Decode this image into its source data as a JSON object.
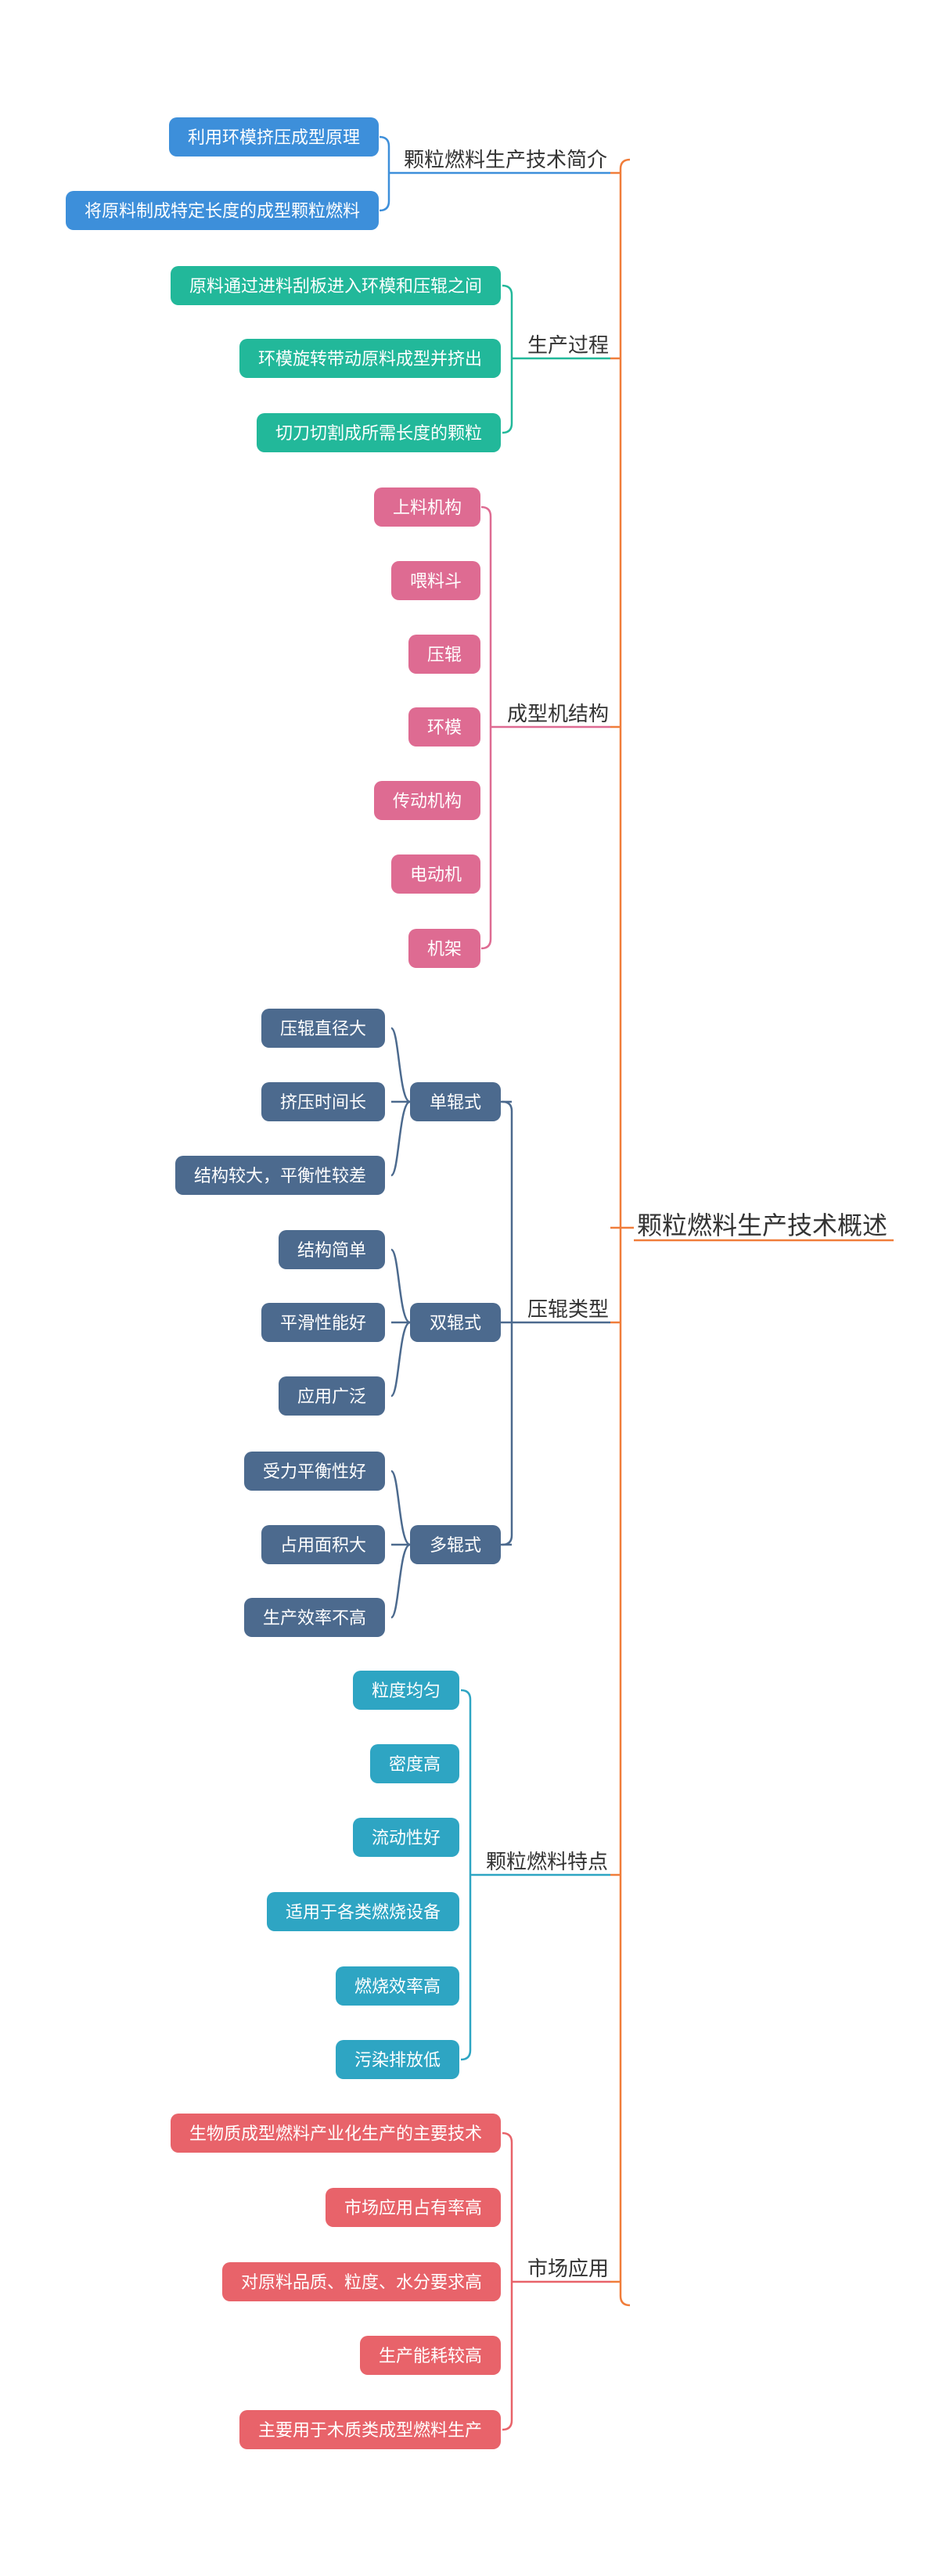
{
  "root": {
    "label": "颗粒燃料生产技术概述",
    "color": "#F07D3A"
  },
  "branches": [
    {
      "id": "intro",
      "label": "颗粒燃料生产技术简介",
      "color": "#3D8FDA",
      "leaves": [
        "利用环模挤压成型原理",
        "将原料制成特定长度的成型颗粒燃料"
      ]
    },
    {
      "id": "process",
      "label": "生产过程",
      "color": "#22B89A",
      "leaves": [
        "原料通过进料刮板进入环模和压辊之间",
        "环模旋转带动原料成型并挤出",
        "切刀切割成所需长度的颗粒"
      ]
    },
    {
      "id": "structure",
      "label": "成型机结构",
      "color": "#DE6B92",
      "leaves": [
        "上料机构",
        "喂料斗",
        "压辊",
        "环模",
        "传动机构",
        "电动机",
        "机架"
      ]
    },
    {
      "id": "roller-types",
      "label": "压辊类型",
      "color": "#4C6A8E",
      "groups": [
        {
          "label": "单辊式",
          "leaves": [
            "压辊直径大",
            "挤压时间长",
            "结构较大，平衡性较差"
          ]
        },
        {
          "label": "双辊式",
          "leaves": [
            "结构简单",
            "平滑性能好",
            "应用广泛"
          ]
        },
        {
          "label": "多辊式",
          "leaves": [
            "受力平衡性好",
            "占用面积大",
            "生产效率不高"
          ]
        }
      ]
    },
    {
      "id": "features",
      "label": "颗粒燃料特点",
      "color": "#2EA5C3",
      "leaves": [
        "粒度均匀",
        "密度高",
        "流动性好",
        "适用于各类燃烧设备",
        "燃烧效率高",
        "污染排放低"
      ]
    },
    {
      "id": "market",
      "label": "市场应用",
      "color": "#E8636A",
      "leaves": [
        "生物质成型燃料产业化生产的主要技术",
        "市场应用占有率高",
        "对原料品质、粒度、水分要求高",
        "生产能耗较高",
        "主要用于木质类成型燃料生产"
      ]
    }
  ]
}
